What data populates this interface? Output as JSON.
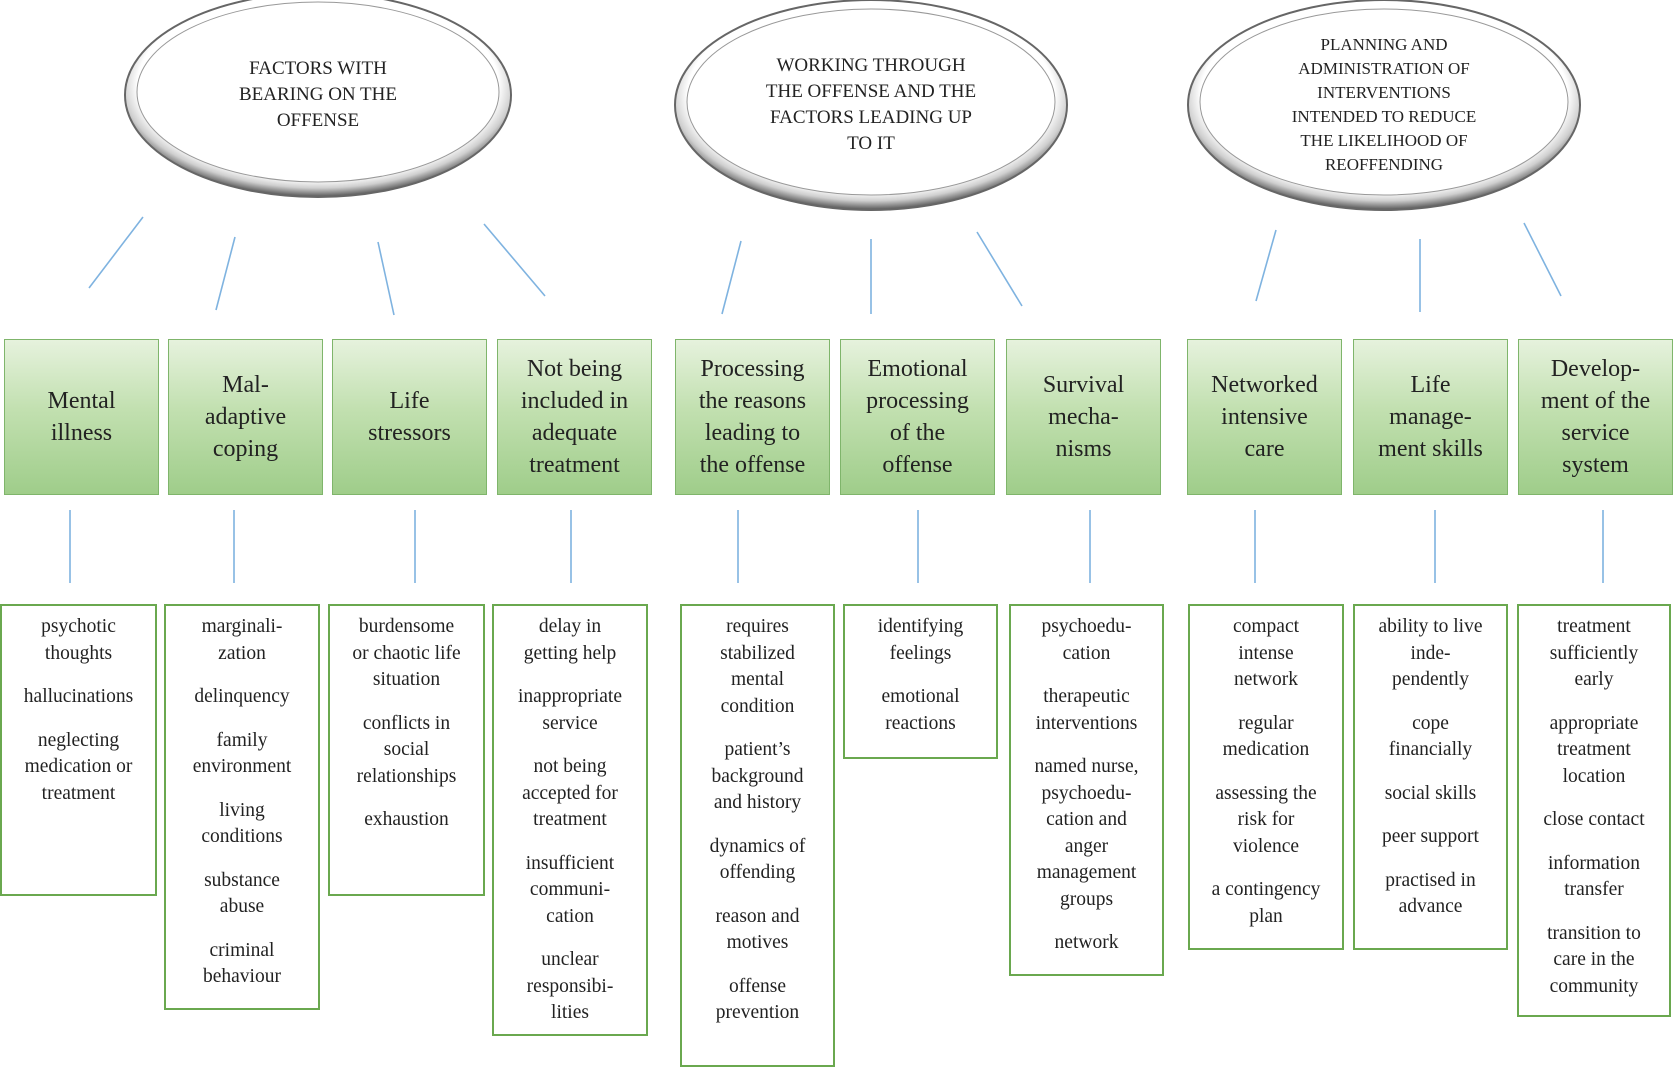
{
  "groups": [
    {
      "title": "FACTORS WITH\nBEARING ON THE\nOFFENSE",
      "categories": [
        {
          "label": "Mental\nillness",
          "items": [
            "psychotic\nthoughts",
            "hallucinations",
            "neglecting\nmedication or\ntreatment"
          ]
        },
        {
          "label": "Mal-\nadaptive\ncoping",
          "items": [
            "marginali-\nzation",
            "delinquency",
            "family\nenvironment",
            "living\nconditions",
            "substance\nabuse",
            "criminal\nbehaviour"
          ]
        },
        {
          "label": "Life\nstressors",
          "items": [
            "burdensome\nor chaotic life\nsituation",
            "conflicts in\nsocial\nrelationships",
            "exhaustion"
          ]
        },
        {
          "label": "Not being\nincluded in\nadequate\ntreatment",
          "items": [
            "delay in\ngetting help",
            "inappropriate\nservice",
            "not being\naccepted for\ntreatment",
            "insufficient\ncommuni-\ncation",
            "unclear\nresponsibi-\nlities"
          ]
        }
      ]
    },
    {
      "title": "WORKING THROUGH\nTHE OFFENSE AND THE\nFACTORS LEADING UP\nTO IT",
      "categories": [
        {
          "label": "Processing\nthe reasons\nleading to\nthe offense",
          "items": [
            "requires\nstabilized\nmental\ncondition",
            "patient’s\nbackground\nand history",
            "dynamics of\noffending",
            "reason and\nmotives",
            "offense\nprevention"
          ]
        },
        {
          "label": "Emotional\nprocessing\nof the\noffense",
          "items": [
            "identifying\nfeelings",
            "emotional\nreactions"
          ]
        },
        {
          "label": "Survival\nmecha-\nnisms",
          "items": [
            "psychoedu-\ncation",
            "therapeutic\ninterventions",
            "named nurse,\npsychoedu-\ncation and\nanger\nmanagement\ngroups",
            "network"
          ]
        }
      ]
    },
    {
      "title": "PLANNING AND\nADMINISTRATION OF\nINTERVENTIONS\nINTENDED TO REDUCE\nTHE LIKELIHOOD OF\nREOFFENDING",
      "categories": [
        {
          "label": "Networked\nintensive\ncare",
          "items": [
            "compact\nintense\nnetwork",
            "regular\nmedication",
            "assessing the\nrisk for\nviolence",
            "a contingency\nplan"
          ]
        },
        {
          "label": "Life\nmanage-\nment skills",
          "items": [
            "ability to live\ninde-\npendently",
            "cope\nfinancially",
            "social skills",
            "peer support",
            "practised in\nadvance"
          ]
        },
        {
          "label": "Develop-\nment of the\nservice\nsystem",
          "items": [
            "treatment\nsufficiently\nearly",
            "appropriate\ntreatment\nlocation",
            "close contact",
            "information\ntransfer",
            "transition to\ncare in the\ncommunity"
          ]
        }
      ]
    }
  ],
  "colors": {
    "box_border": "#7fb56b",
    "item_border": "#6aa84f",
    "connector": "#7fb3e0",
    "ellipse_rim": "#666666"
  }
}
